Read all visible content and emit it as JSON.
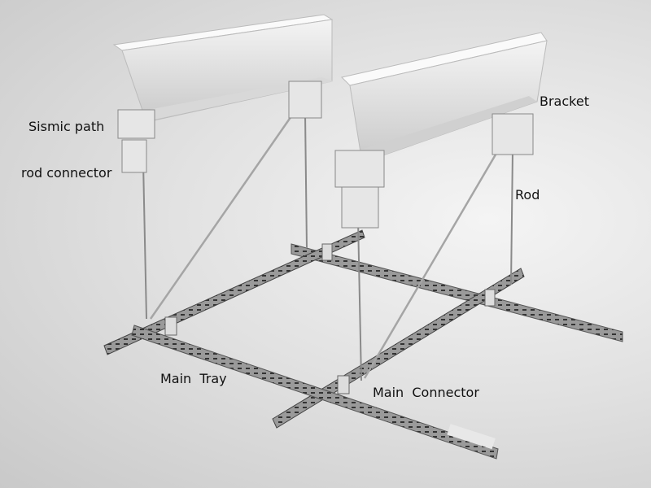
{
  "labels": {
    "seismic_path": "Sismic path",
    "rod_connector": "rod connector",
    "bracket": "Bracket",
    "rod": "Rod",
    "main_tray": "Main  Tray",
    "main_connector": "Main  Connector"
  }
}
